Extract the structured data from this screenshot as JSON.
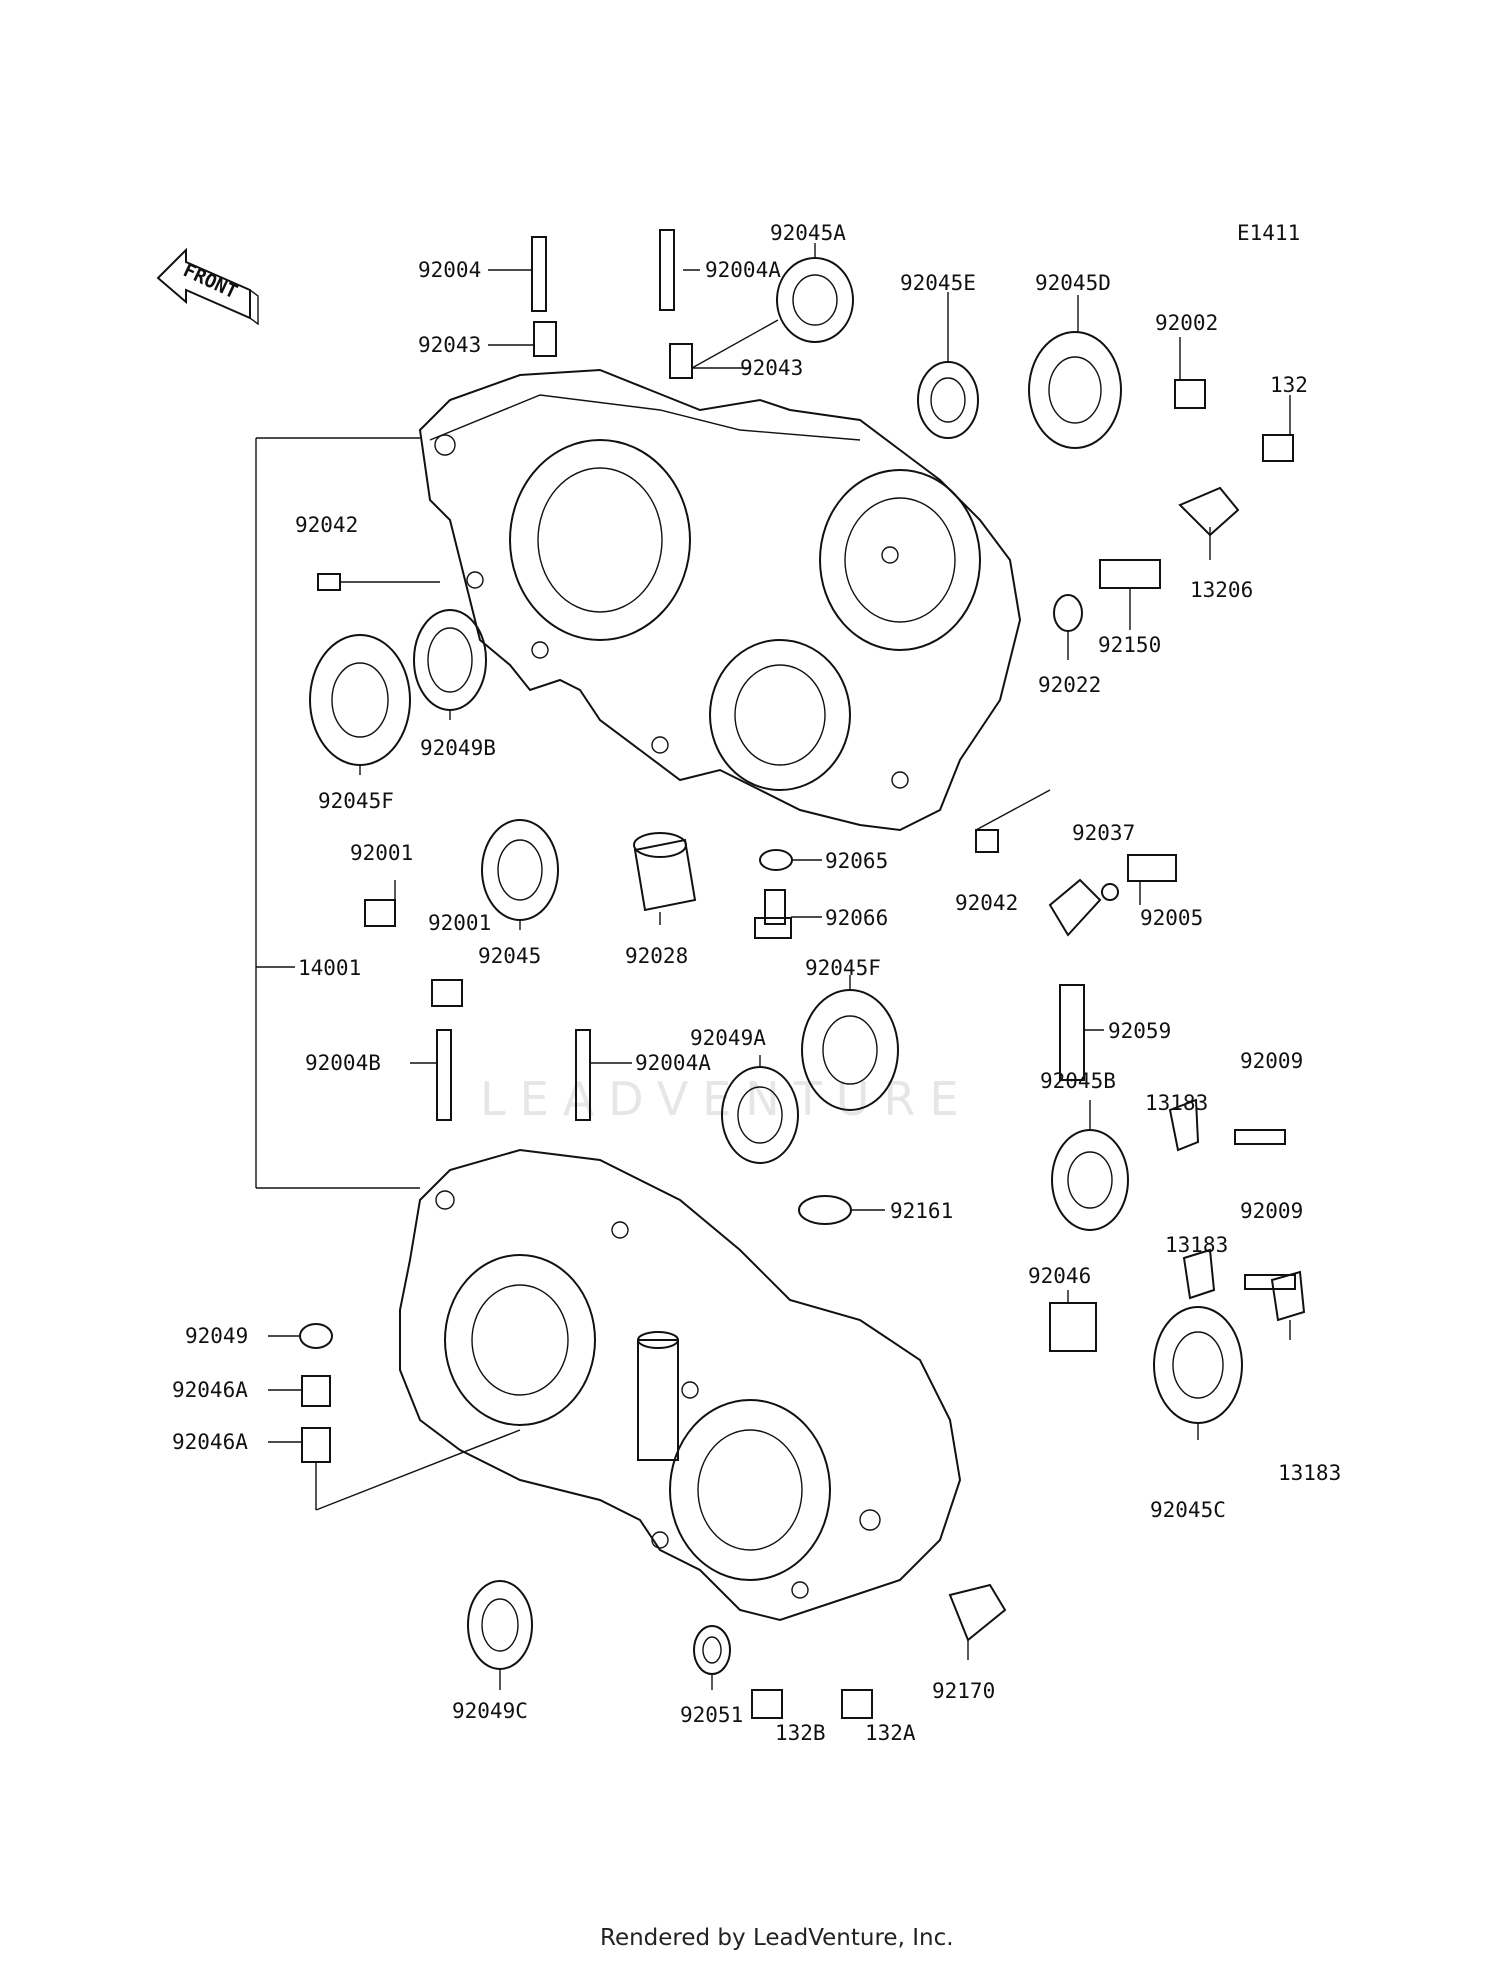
{
  "diagram_id": "E1411",
  "front_label": "FRONT",
  "watermark": "LEADVENTURE",
  "footer": "Rendered by LeadVenture, Inc.",
  "labels": [
    {
      "id": "92004",
      "text": "92004"
    },
    {
      "id": "92004A",
      "text": "92004A"
    },
    {
      "id": "92045A",
      "text": "92045A"
    },
    {
      "id": "92045E",
      "text": "92045E"
    },
    {
      "id": "92045D",
      "text": "92045D"
    },
    {
      "id": "92002",
      "text": "92002"
    },
    {
      "id": "132",
      "text": "132"
    },
    {
      "id": "92043a",
      "text": "92043"
    },
    {
      "id": "92043b",
      "text": "92043"
    },
    {
      "id": "92042a",
      "text": "92042"
    },
    {
      "id": "13206",
      "text": "13206"
    },
    {
      "id": "92150",
      "text": "92150"
    },
    {
      "id": "92022",
      "text": "92022"
    },
    {
      "id": "92049B",
      "text": "92049B"
    },
    {
      "id": "92045Fa",
      "text": "92045F"
    },
    {
      "id": "92001a",
      "text": "92001"
    },
    {
      "id": "92001b",
      "text": "92001"
    },
    {
      "id": "92045",
      "text": "92045"
    },
    {
      "id": "92028",
      "text": "92028"
    },
    {
      "id": "92065",
      "text": "92065"
    },
    {
      "id": "92066",
      "text": "92066"
    },
    {
      "id": "92042b",
      "text": "92042"
    },
    {
      "id": "92037",
      "text": "92037"
    },
    {
      "id": "92005",
      "text": "92005"
    },
    {
      "id": "14001",
      "text": "14001"
    },
    {
      "id": "92045Fb",
      "text": "92045F"
    },
    {
      "id": "92059",
      "text": "92059"
    },
    {
      "id": "92049A",
      "text": "92049A"
    },
    {
      "id": "92004B",
      "text": "92004B"
    },
    {
      "id": "92004A2",
      "text": "92004A"
    },
    {
      "id": "92045B",
      "text": "92045B"
    },
    {
      "id": "92009a",
      "text": "92009"
    },
    {
      "id": "13183a",
      "text": "13183"
    },
    {
      "id": "92161",
      "text": "92161"
    },
    {
      "id": "92009b",
      "text": "92009"
    },
    {
      "id": "13183b",
      "text": "13183"
    },
    {
      "id": "92046",
      "text": "92046"
    },
    {
      "id": "92049",
      "text": "92049"
    },
    {
      "id": "92046A1",
      "text": "92046A"
    },
    {
      "id": "92046A2",
      "text": "92046A"
    },
    {
      "id": "13183c",
      "text": "13183"
    },
    {
      "id": "92045C",
      "text": "92045C"
    },
    {
      "id": "92049C",
      "text": "92049C"
    },
    {
      "id": "92051",
      "text": "92051"
    },
    {
      "id": "132B",
      "text": "132B"
    },
    {
      "id": "132A",
      "text": "132A"
    },
    {
      "id": "92170",
      "text": "92170"
    }
  ]
}
